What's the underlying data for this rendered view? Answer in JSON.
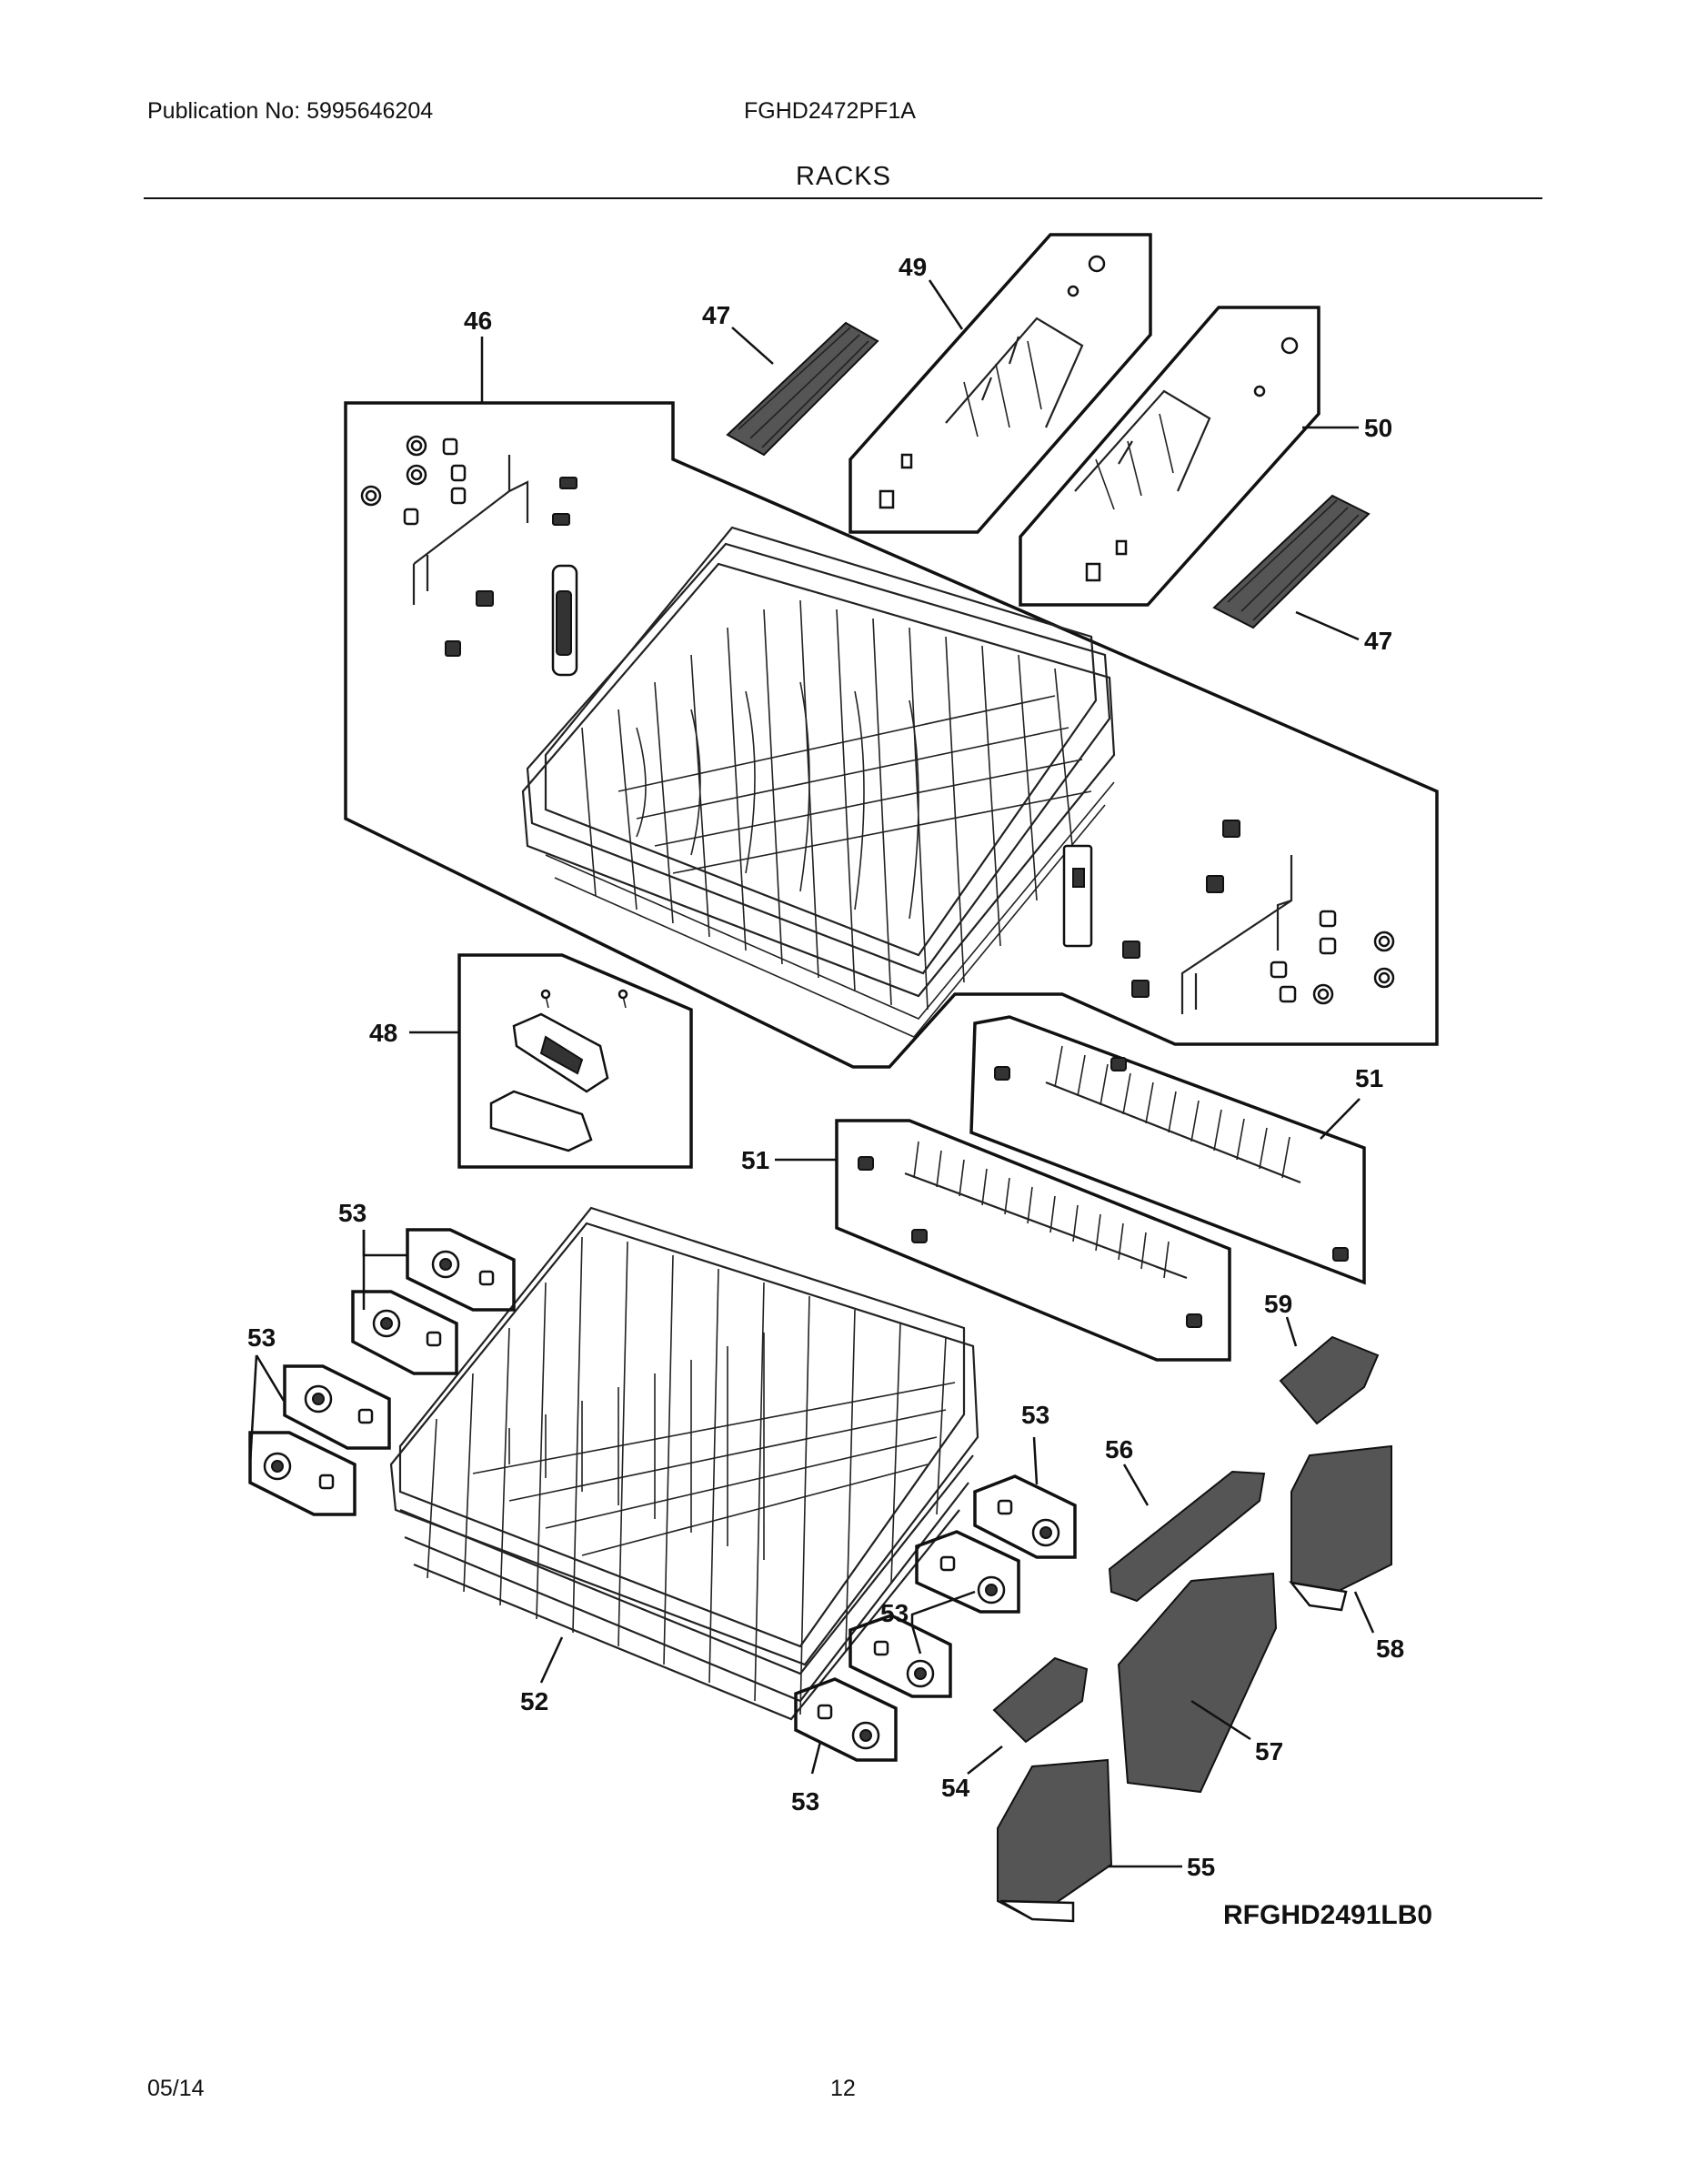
{
  "header": {
    "publication": "Publication No: 5995646204",
    "model": "FGHD2472PF1A",
    "section_title": "RACKS"
  },
  "footer": {
    "date": "05/14",
    "page": "12"
  },
  "diagram": {
    "reference_code": "RFGHD2491LB0",
    "callouts": {
      "c46": "46",
      "c47a": "47",
      "c47b": "47",
      "c48": "48",
      "c49": "49",
      "c50": "50",
      "c51a": "51",
      "c51b": "51",
      "c52": "52",
      "c53a": "53",
      "c53b": "53",
      "c53c": "53",
      "c53d": "53",
      "c53e": "53",
      "c54": "54",
      "c55": "55",
      "c56": "56",
      "c57": "57",
      "c58": "58",
      "c59": "59"
    }
  }
}
